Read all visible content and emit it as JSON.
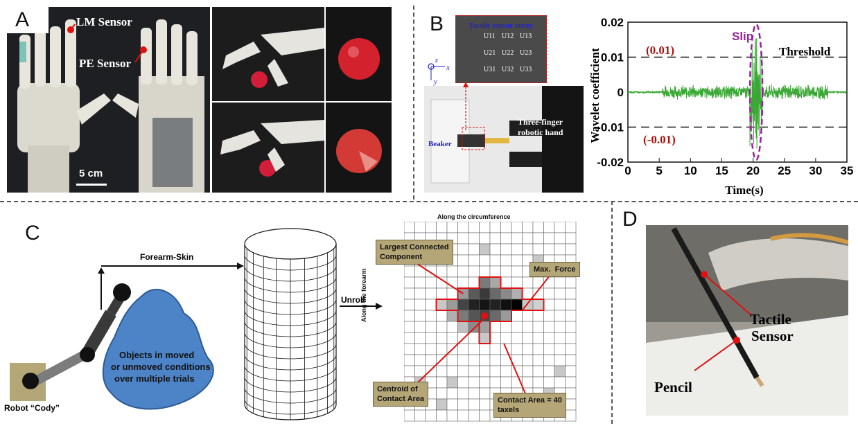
{
  "panels": {
    "a": {
      "letter": "A",
      "lm_sensor": "LM Sensor",
      "pe_sensor": "PE Sensor",
      "scale": "5 cm"
    },
    "b": {
      "letter": "B",
      "array_title": "Tactile sensor array",
      "cells": [
        "U11",
        "U12",
        "U13",
        "U21",
        "U22",
        "U23",
        "U31",
        "U32",
        "U33"
      ],
      "beaker": "Beaker",
      "hand_label_1": "Three-finger",
      "hand_label_2": "robotic hand",
      "axis_x": "x",
      "axis_y": "y",
      "axis_z": "z"
    },
    "c": {
      "letter": "C",
      "forearm_skin": "Forearm-Skin",
      "robot": "Robot “Cody”",
      "objects_1": "Objects in moved",
      "objects_2": "or unmoved conditions",
      "objects_3": "over multiple trials",
      "unroll": "Unroll",
      "grid_top": "Along the circumference",
      "grid_side": "Along the forearm",
      "largest_1": "Largest Connected",
      "largest_2": "Component",
      "max_force": "Max.  Force",
      "centroid_1": "Centroid of",
      "centroid_2": "Contact Area",
      "contact_1": "Contact Area = 40",
      "contact_2": "taxels"
    },
    "d": {
      "letter": "D",
      "tactile_1": "Tactile",
      "tactile_2": "Sensor",
      "pencil": "Pencil"
    }
  },
  "chart_data": {
    "type": "line",
    "title": "",
    "xlabel": "Time(s)",
    "ylabel": "Wavelet coefficient",
    "xlim": [
      0,
      35
    ],
    "ylim": [
      -0.02,
      0.02
    ],
    "xticks": [
      "0",
      "5",
      "10",
      "15",
      "20",
      "25",
      "30",
      "35"
    ],
    "yticks": [
      "0.02",
      "0.01",
      "0",
      "-0.01",
      "-0.02"
    ],
    "threshold_label": "Threshold",
    "threshold_pos": "(0.01)",
    "threshold_neg": "(-0.01)",
    "slip_label": "Slip",
    "thresholds": [
      0.01,
      -0.01
    ],
    "series": [
      {
        "name": "",
        "color": "#3aa835",
        "segments": [
          {
            "x": [
              0,
              5.5
            ],
            "amp": 0.0003
          },
          {
            "x": [
              5.5,
              19.5
            ],
            "amp": 0.0022
          },
          {
            "x": [
              19.5,
              21.5
            ],
            "amp": 0.018
          },
          {
            "x": [
              21.5,
              32
            ],
            "amp": 0.0025
          },
          {
            "x": [
              32,
              35
            ],
            "amp": 0.0003
          }
        ]
      }
    ]
  },
  "colors": {
    "accent_red": "#e01010",
    "slip": "#9b1e9b",
    "threshold_text": "#b01010",
    "blob": "#4d84c7",
    "callout": "#b5a677"
  }
}
